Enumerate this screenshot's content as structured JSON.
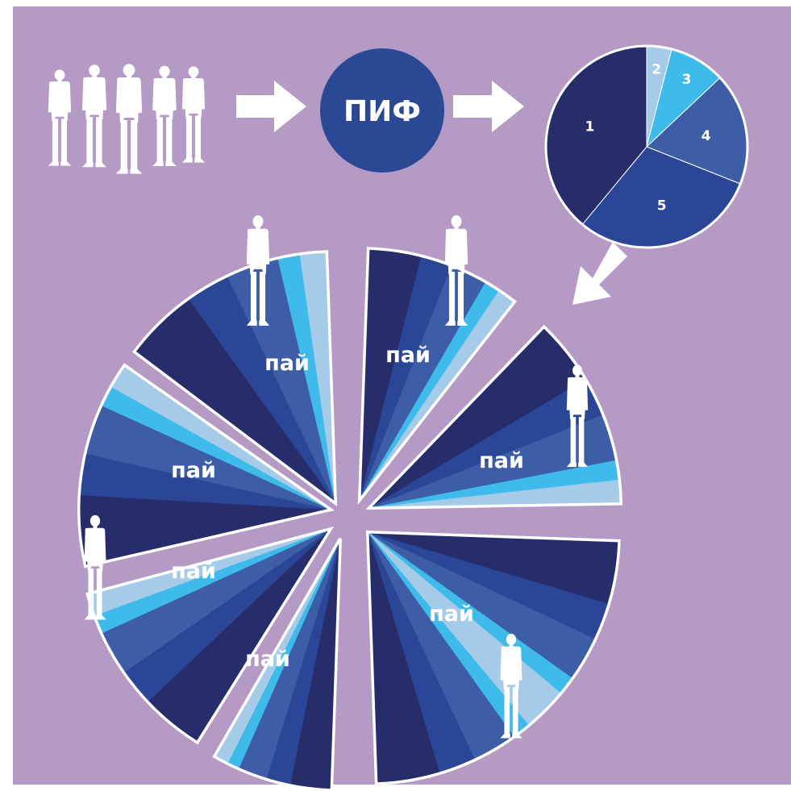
{
  "colors": {
    "background": "#b49ac4",
    "navy": "#262d6a",
    "royal": "#2b4597",
    "steel": "#3d5ea6",
    "sky": "#3ebbea",
    "pale": "#a5cbe8",
    "fund_circle": "#2a4894",
    "figure": "#ffffff"
  },
  "fund": {
    "label": "ПИФ"
  },
  "portfolio_pie": {
    "segments": [
      {
        "label": "1",
        "value": 39,
        "color": "navy"
      },
      {
        "label": "2",
        "value": 4,
        "color": "pale"
      },
      {
        "label": "3",
        "value": 9,
        "color": "sky"
      },
      {
        "label": "4",
        "value": 18,
        "color": "steel"
      },
      {
        "label": "5",
        "value": 30,
        "color": "royal"
      }
    ]
  },
  "shares": {
    "label": "пай",
    "count": 7
  },
  "investors_group": {
    "count": 5
  }
}
